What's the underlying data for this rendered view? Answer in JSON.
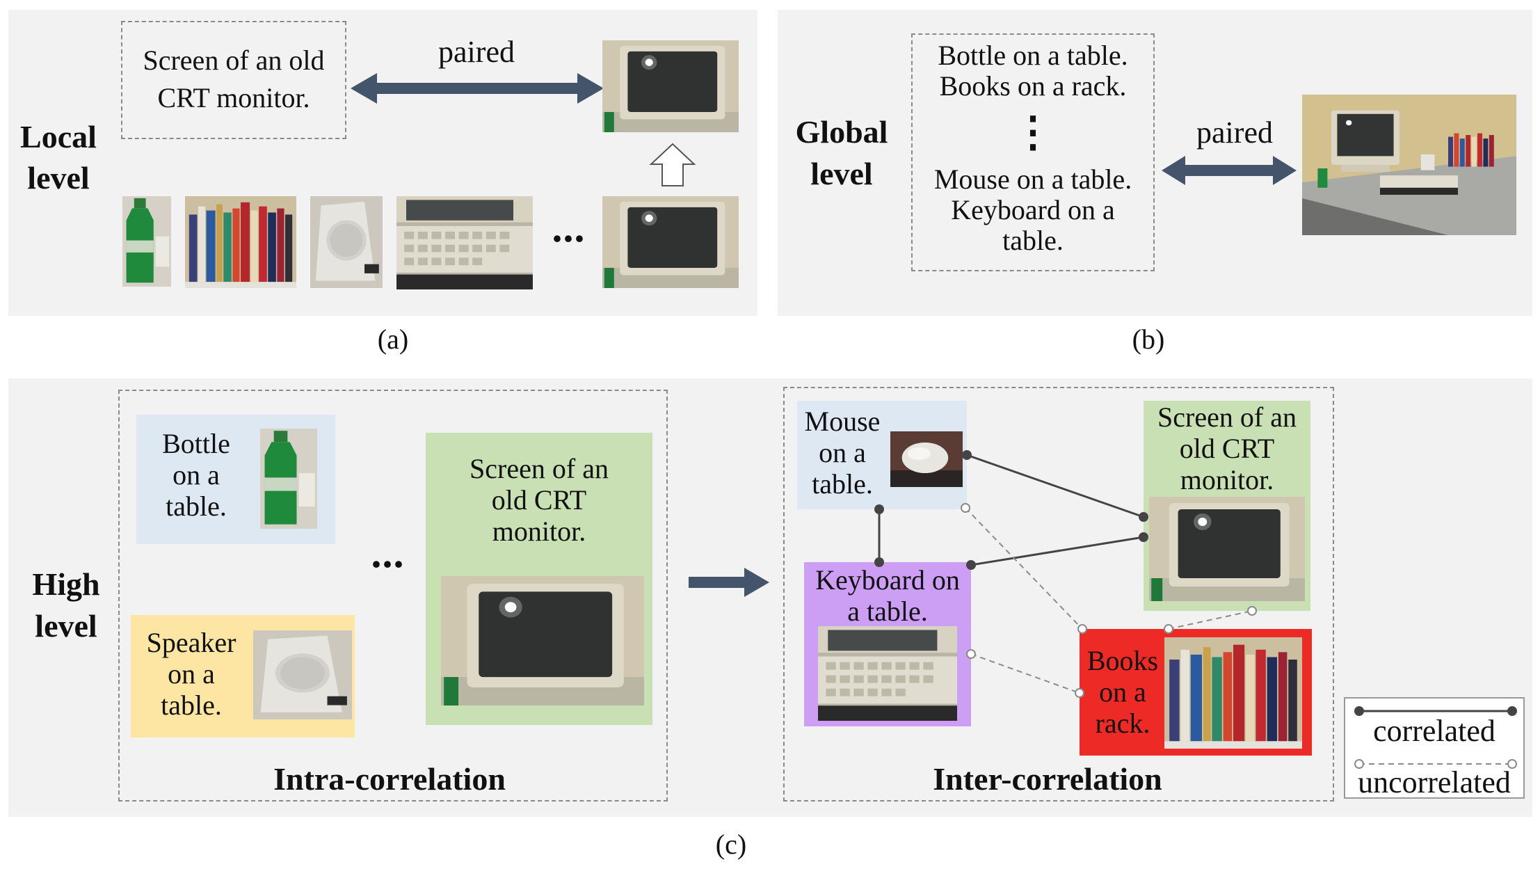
{
  "panel_a": {
    "level_label": "Local\nlevel",
    "text_box": "Screen of an old\nCRT monitor.",
    "arrow_label": "paired",
    "ellipsis": "···",
    "caption": "(a)"
  },
  "panel_b": {
    "level_label": "Global\nlevel",
    "text_box_top": "Bottle on a table.\nBooks on a rack.",
    "text_box_dots": "⋮",
    "text_box_bottom": "Mouse on a table.\nKeyboard on a\ntable.",
    "arrow_label": "paired",
    "caption": "(b)"
  },
  "panel_c": {
    "level_label": "High\nlevel",
    "intra": {
      "title": "Intra-correlation",
      "bottle": "Bottle\non a\ntable.",
      "speaker": "Speaker\non a\ntable.",
      "screen": "Screen of an\nold CRT\nmonitor.",
      "ellipsis": "···"
    },
    "inter": {
      "title": "Inter-correlation",
      "mouse": "Mouse\non a\ntable.",
      "screen": "Screen of an\nold CRT\nmonitor.",
      "keyboard": "Keyboard on\na table.",
      "books": "Books\non a\nrack."
    },
    "legend": {
      "correlated": "correlated",
      "uncorrelated": "uncorrelated"
    },
    "caption": "(c)"
  },
  "colors": {
    "panel_bg": "#f2f2f2",
    "blue_box": "#dde8f3",
    "yellow_box": "#fde6a3",
    "green_box": "#c9e0b4",
    "purple_box": "#cc9ff4",
    "red_box": "#ed2a25",
    "arrow": "#44546a"
  }
}
